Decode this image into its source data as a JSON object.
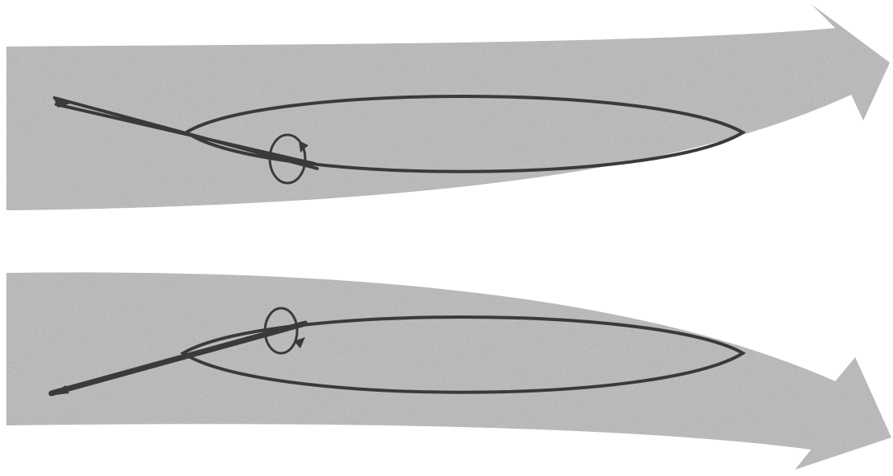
{
  "panels": [
    {
      "id": "top",
      "arrow_direction": "up-right",
      "rotation_marker": "counterclockwise"
    },
    {
      "id": "bottom",
      "arrow_direction": "down-right",
      "rotation_marker": "clockwise"
    }
  ],
  "colors": {
    "background": "#ffffff",
    "arrow_fill": "#b9b9b9",
    "arrow_speckle": "#8f8f8f",
    "line": "#3a3a3a"
  }
}
